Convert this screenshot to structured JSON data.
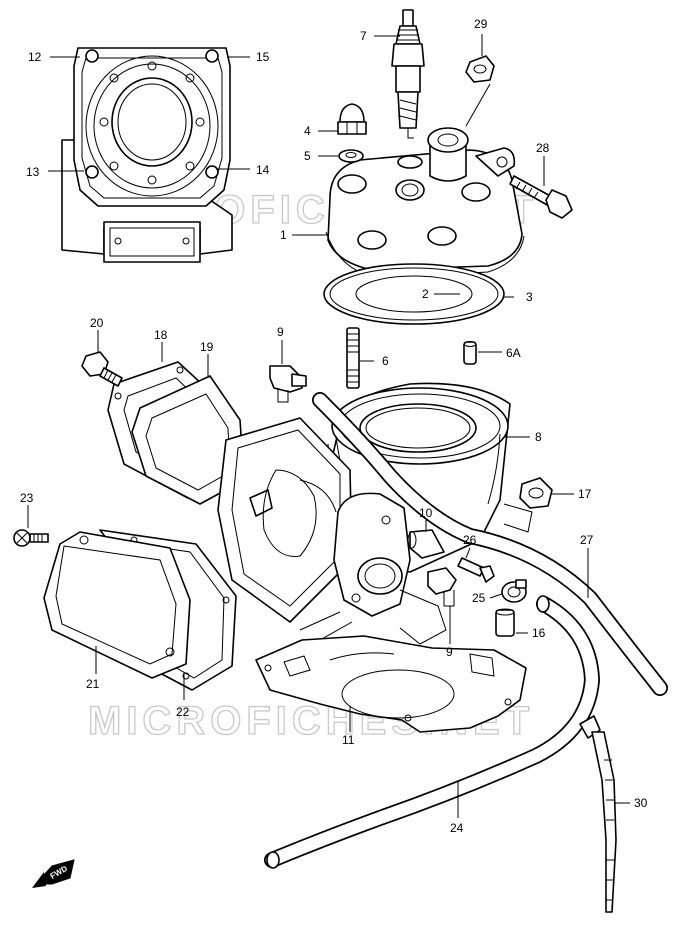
{
  "watermark": "MICROFICHES.NET",
  "direction_marker": "FWD",
  "colors": {
    "line": "#000000",
    "paper": "#ffffff",
    "watermark": "#c9c9c9"
  },
  "callouts": [
    {
      "id": "c1",
      "label": "1"
    },
    {
      "id": "c2",
      "label": "2"
    },
    {
      "id": "c3",
      "label": "3"
    },
    {
      "id": "c4",
      "label": "4"
    },
    {
      "id": "c5",
      "label": "5"
    },
    {
      "id": "c6",
      "label": "6"
    },
    {
      "id": "c6a",
      "label": "6A"
    },
    {
      "id": "c7",
      "label": "7"
    },
    {
      "id": "c8",
      "label": "8"
    },
    {
      "id": "c9a",
      "label": "9"
    },
    {
      "id": "c9b",
      "label": "9"
    },
    {
      "id": "c10",
      "label": "10"
    },
    {
      "id": "c11",
      "label": "11"
    },
    {
      "id": "c12",
      "label": "12"
    },
    {
      "id": "c13",
      "label": "13"
    },
    {
      "id": "c14",
      "label": "14"
    },
    {
      "id": "c15",
      "label": "15"
    },
    {
      "id": "c16",
      "label": "16"
    },
    {
      "id": "c17",
      "label": "17"
    },
    {
      "id": "c18",
      "label": "18"
    },
    {
      "id": "c19",
      "label": "19"
    },
    {
      "id": "c20",
      "label": "20"
    },
    {
      "id": "c21",
      "label": "21"
    },
    {
      "id": "c22",
      "label": "22"
    },
    {
      "id": "c23",
      "label": "23"
    },
    {
      "id": "c24",
      "label": "24"
    },
    {
      "id": "c25",
      "label": "25"
    },
    {
      "id": "c26",
      "label": "26"
    },
    {
      "id": "c27",
      "label": "27"
    },
    {
      "id": "c28",
      "label": "28"
    },
    {
      "id": "c29",
      "label": "29"
    },
    {
      "id": "c30",
      "label": "30"
    }
  ]
}
